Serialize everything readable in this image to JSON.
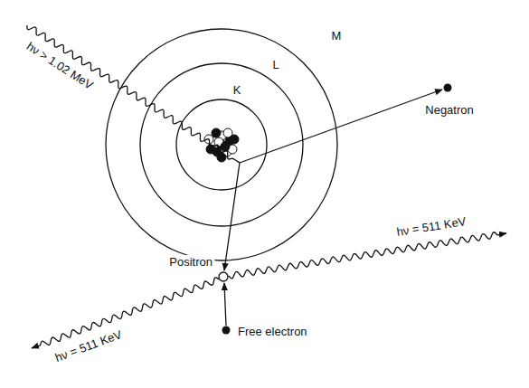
{
  "diagram": {
    "labels": [
      "hν > 1.02 MeV",
      "K",
      "L",
      "M",
      "Negatron",
      "Positron",
      "hν = 511 KeV",
      "hν = 511 KeV",
      "Free electron"
    ]
  }
}
